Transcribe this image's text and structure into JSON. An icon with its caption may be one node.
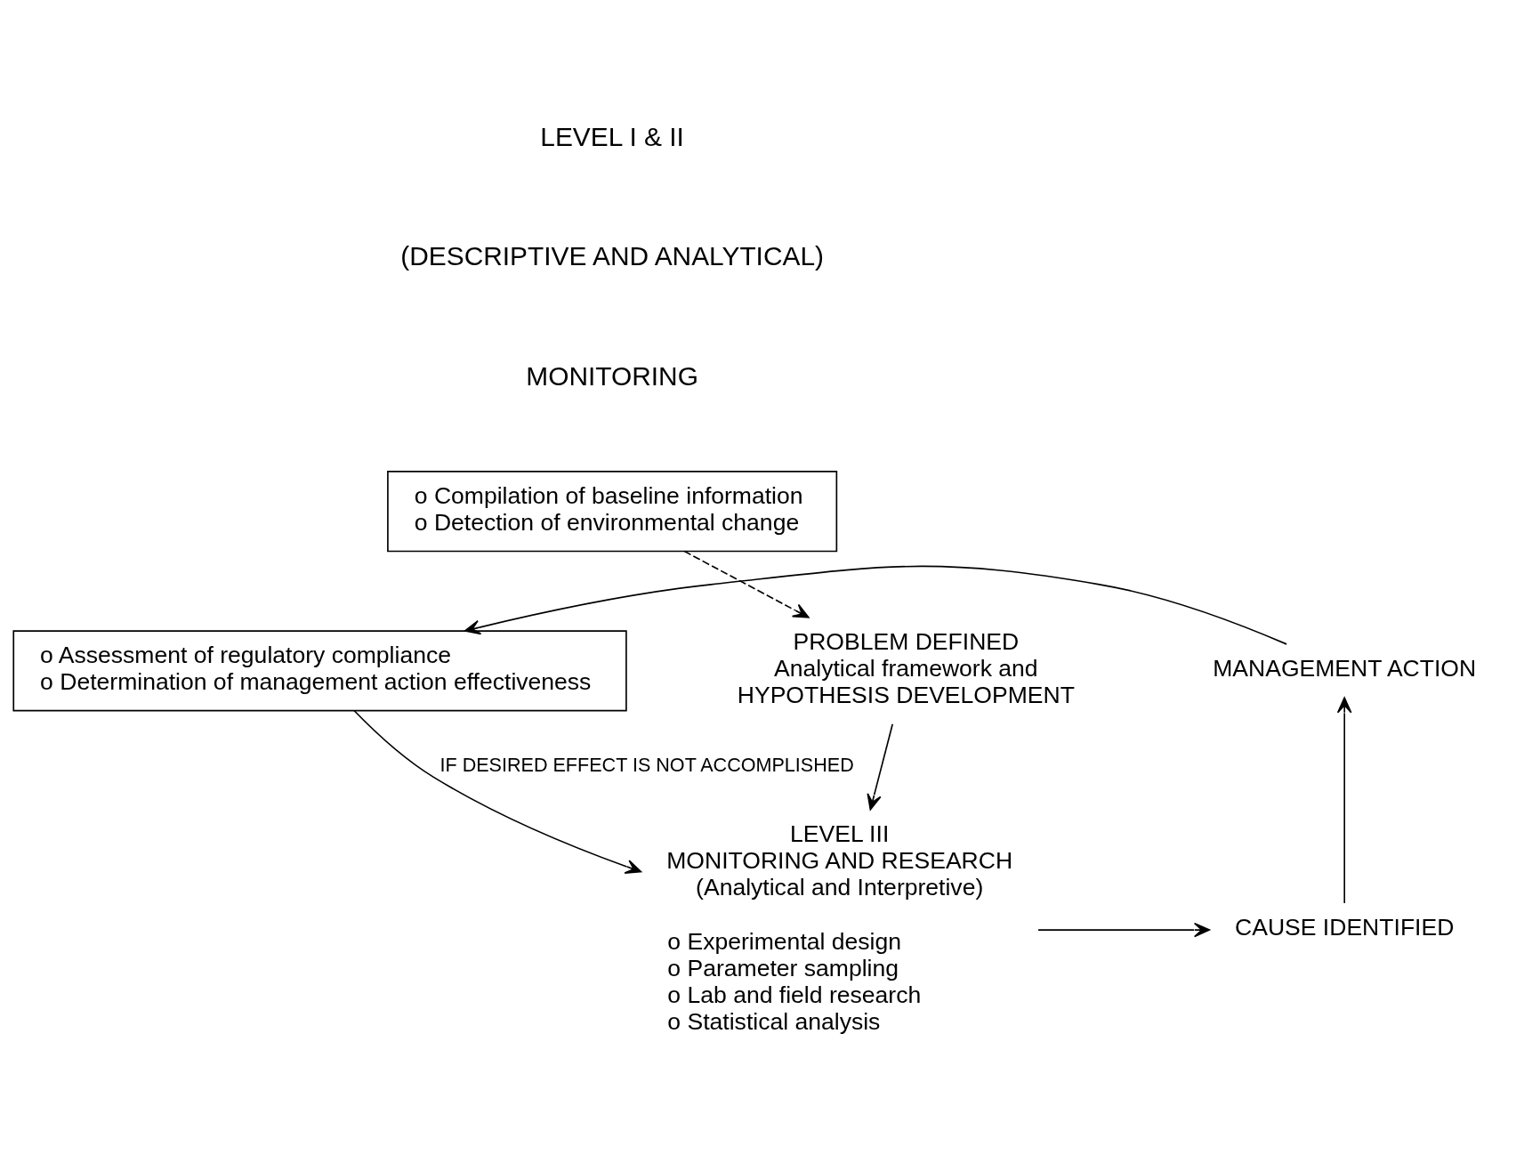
{
  "diagram": {
    "nodes": [
      {
        "text": [
          "o Compilation of baseline information",
          "o Detection of environmental change"
        ]
      },
      {
        "text": [
          "o Assessment of regulatory compliance",
          "o Determination of management action effectiveness"
        ]
      },
      {
        "text": [
          "MANAGEMENT ACTION"
        ]
      },
      {
        "text": [
          "PROBLEM DEFINED",
          "Analytical framework and",
          "HYPOTHESIS DEVELOPMENT"
        ]
      },
      {
        "text": [
          "LEVEL III",
          "MONITORING AND RESEARCH",
          "(Analytical and Interpretive)"
        ],
        "beside": [
          "o Experimental design",
          "o Parameter sampling",
          "o Lab and field research",
          "o Statistical analysis"
        ]
      },
      {
        "text": [
          "CAUSE IDENTIFIED"
        ]
      }
    ],
    "edges": [
      {
        "from": 0,
        "to": 3,
        "arrow": "to",
        "style": "dashed"
      },
      {
        "from": 2,
        "to": 1,
        "arrow": "to"
      },
      {
        "from": 1,
        "to": 4,
        "arrow": "to",
        "label": "IF DESIRED EFFECT IS NOT ACCOMPLISHED"
      },
      {
        "from": 3,
        "to": 4,
        "arrow": "to"
      },
      {
        "from": 4,
        "to": 5,
        "arrow": "to"
      },
      {
        "from": 5,
        "to": 2,
        "arrow": "to"
      }
    ],
    "labels": [
      "LEVEL I & II",
      "(DESCRIPTIVE AND ANALYTICAL)",
      "MONITORING"
    ]
  }
}
